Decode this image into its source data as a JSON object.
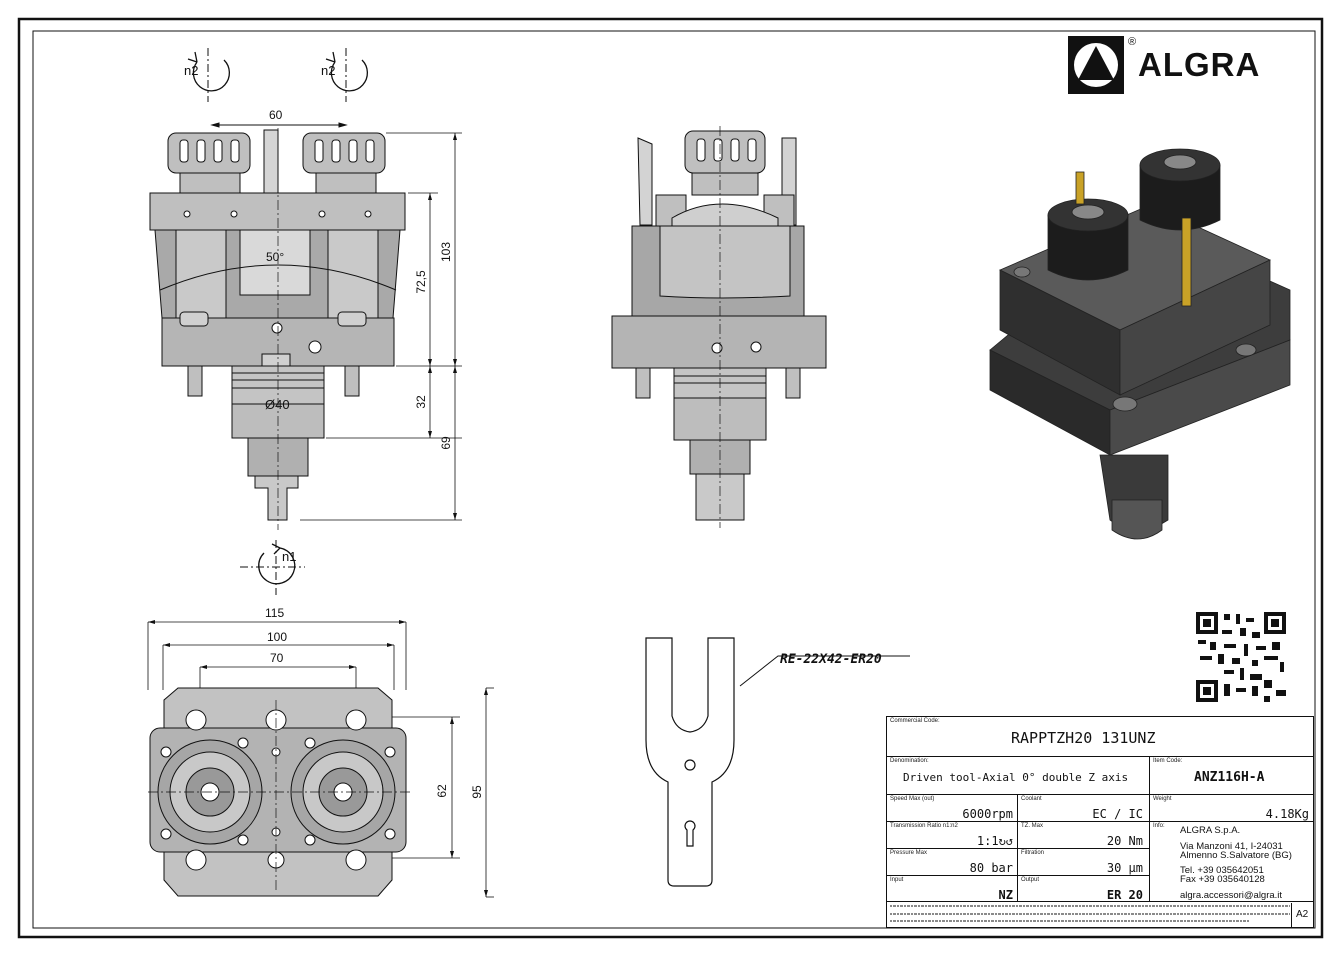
{
  "brand": {
    "name": "ALGRA",
    "registered": "®"
  },
  "dimensions": {
    "d60": "60",
    "d103": "103",
    "d72_5": "72,5",
    "d32": "32",
    "d69": "69",
    "angle": "50°",
    "diameter": "Ø40",
    "d115": "115",
    "d100": "100",
    "d70": "70",
    "d62": "62",
    "d95": "95"
  },
  "rotation": {
    "n1": "n1",
    "n2": "n2"
  },
  "wrench_label": "RE-22X42-ER20",
  "title_block": {
    "commercial_code_label": "Commercial Code:",
    "commercial_code": "RAPPTZH20 131UNZ",
    "denomination_label": "Denomination:",
    "denomination": "Driven tool-Axial 0° double Z axis",
    "item_code_label": "Item Code:",
    "item_code": "ANZ116H-A",
    "speed_label": "Speed Max (out)",
    "speed": "6000rpm",
    "coolant_label": "Coolant",
    "coolant": "EC / IC",
    "weight_label": "Weight",
    "weight": "4.18Kg",
    "ratio_label": "Transmission Ratio n1:n2",
    "ratio": "1:1↻↺",
    "torque_label": "TZ. Max",
    "torque": "20 Nm",
    "info_label": "Info:",
    "pressure_label": "Pressure Max",
    "pressure": "80 bar",
    "filtration_label": "Filtration",
    "filtration": "30 µm",
    "input_label": "Input",
    "input": "NZ",
    "output_label": "Output",
    "output": "ER 20",
    "company": "ALGRA S.p.A.",
    "address1": "Via Manzoni 41, I-24031",
    "address2": "Almenno S.Salvatore (BG)",
    "tel": "Tel. +39 035642051",
    "fax": "Fax +39 035640128",
    "email": "algra.accessori@algra.it",
    "sheet_size": "A2"
  }
}
